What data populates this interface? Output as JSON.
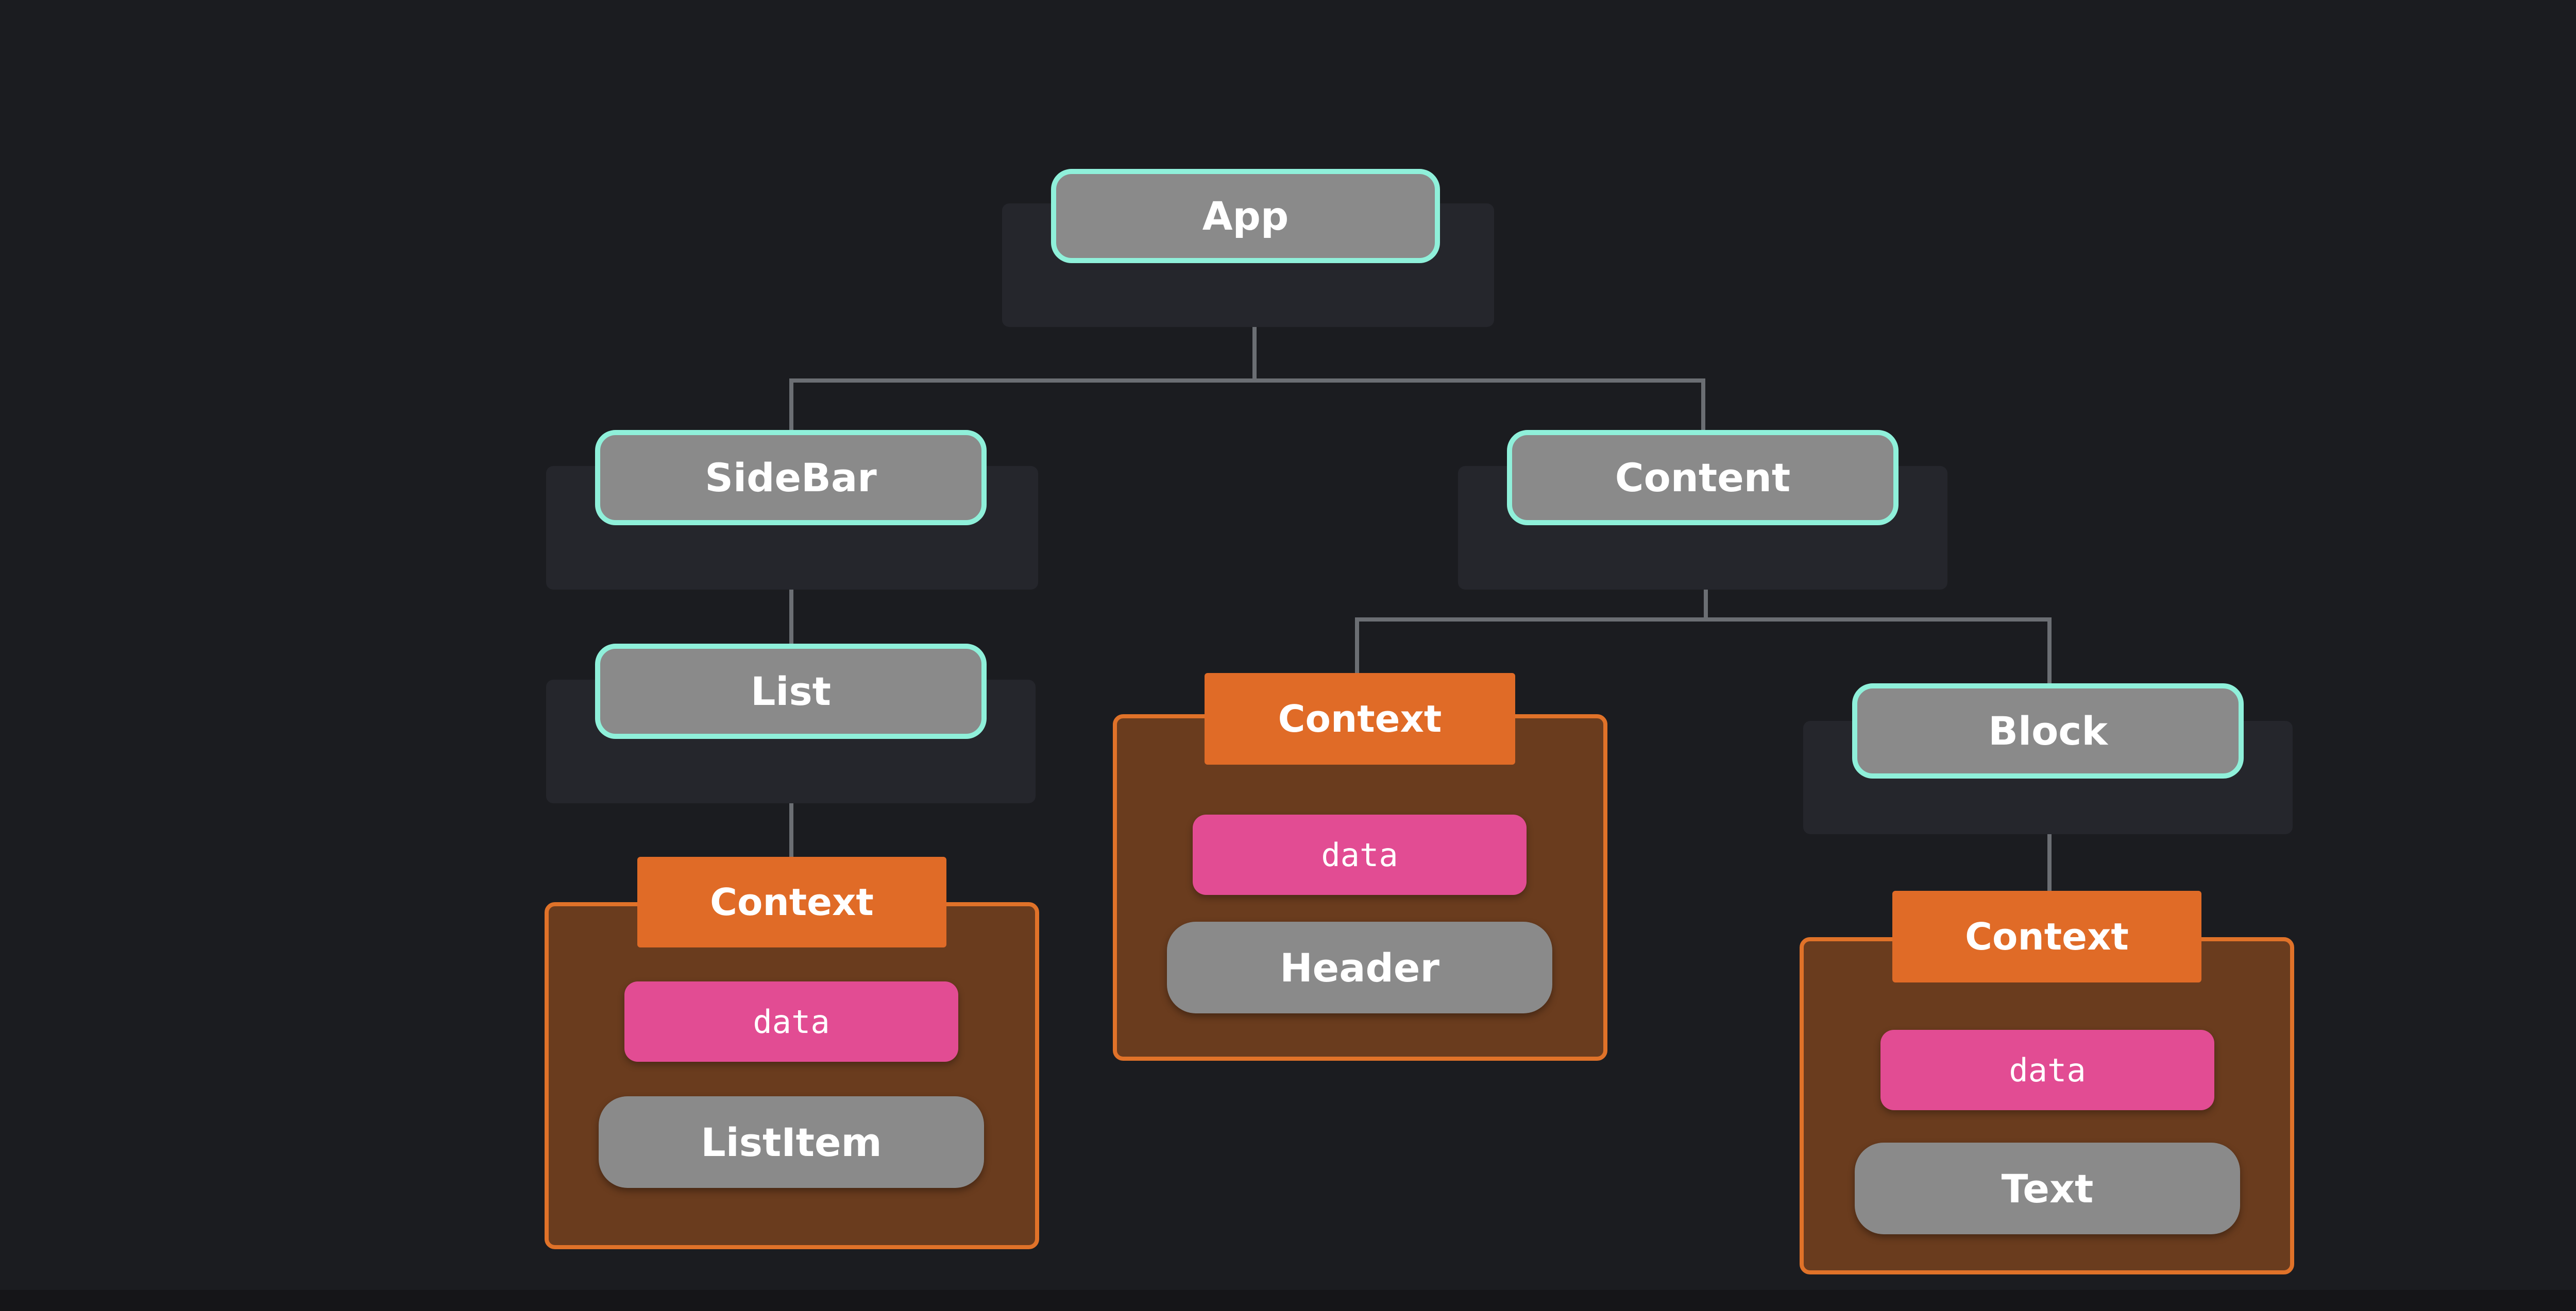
{
  "diagram": {
    "root": {
      "label": "App"
    },
    "sidebar": {
      "label": "SideBar",
      "list": {
        "label": "List",
        "context": {
          "label": "Context",
          "data_label": "data",
          "consumer_label": "ListItem"
        }
      }
    },
    "content": {
      "label": "Content",
      "context": {
        "label": "Context",
        "data_label": "data",
        "consumer_label": "Header"
      },
      "block": {
        "label": "Block",
        "context": {
          "label": "Context",
          "data_label": "data",
          "consumer_label": "Text"
        }
      }
    }
  },
  "colors": {
    "background": "#1b1c20",
    "component_fill": "#8a8a8a",
    "component_border": "#8ff0da",
    "context_fill": "#6a3c1e",
    "context_border": "#e07229",
    "context_tab": "#e06b27",
    "data_pill": "#e24c93",
    "connector": "#6b6e73"
  }
}
